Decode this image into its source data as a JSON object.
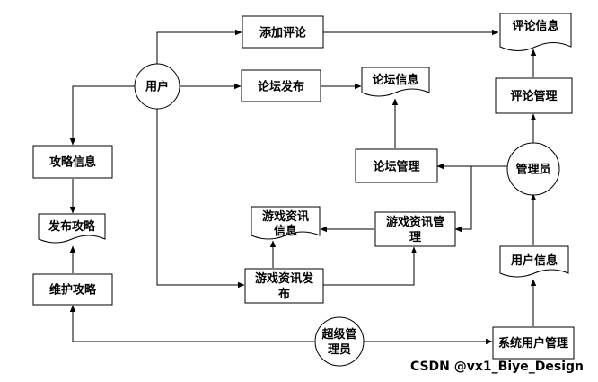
{
  "entities": {
    "user": "用户",
    "admin": "管理员",
    "super_admin": [
      "超级管",
      "理员"
    ]
  },
  "processes": {
    "add_comment": "添加评论",
    "forum_publish": "论坛发布",
    "forum_manage": "论坛管理",
    "comment_manage": "评论管理",
    "strategy_info": "攻略信息",
    "maintain_strategy": "维护攻略",
    "game_news_manage": [
      "游戏资讯管",
      "理"
    ],
    "game_news_publish": [
      "游戏资讯发",
      "布"
    ],
    "system_user_manage": "系统用户管理"
  },
  "stores": {
    "comment_info": "评论信息",
    "forum_info": "论坛信息",
    "publish_strategy": "发布攻略",
    "game_news_info": [
      "游戏资讯",
      "信息"
    ],
    "user_info": "用户信息"
  },
  "watermark": "CSDN @vx1_Biye_Design"
}
